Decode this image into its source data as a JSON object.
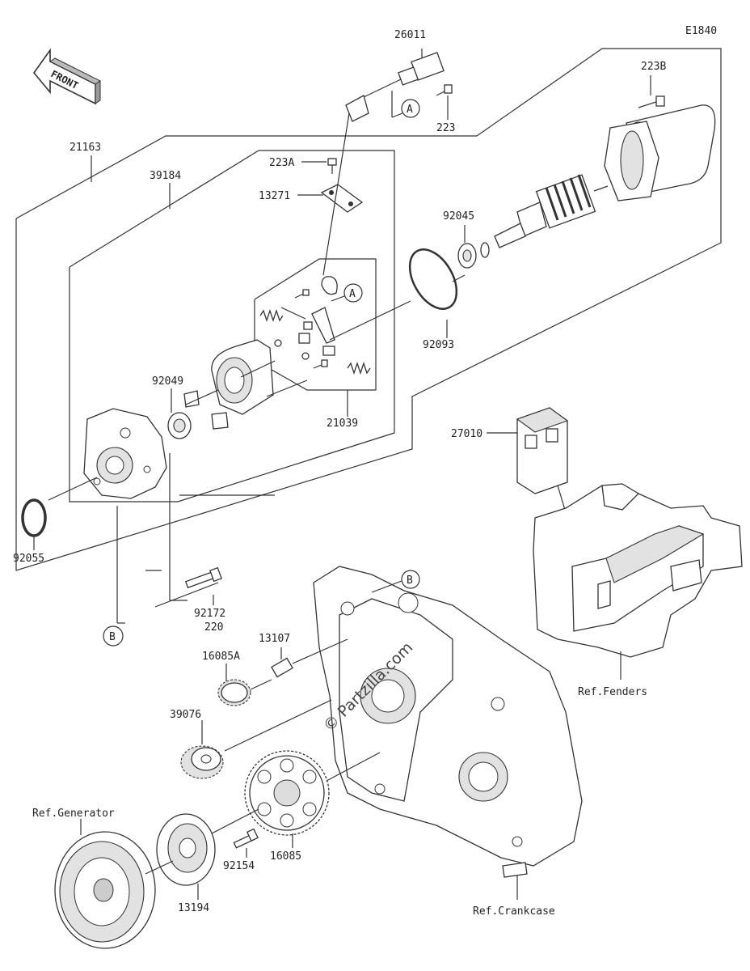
{
  "diagram_code": "E1840",
  "front_label": "FRONT",
  "watermark": "© Partzilla.com",
  "parts": {
    "p26011": "26011",
    "p223": "223",
    "p223B": "223B",
    "p223A": "223A",
    "p21163": "21163",
    "p39184": "39184",
    "p13271": "13271",
    "p92045": "92045",
    "p92093": "92093",
    "p92049": "92049",
    "p21039": "21039",
    "p27010": "27010",
    "p92055": "92055",
    "p92172": "92172",
    "p220": "220",
    "p13107": "13107",
    "p16085A": "16085A",
    "p39076": "39076",
    "p16085": "16085",
    "p92154": "92154",
    "p13194": "13194"
  },
  "refs": {
    "fenders": "Ref.Fenders",
    "generator": "Ref.Generator",
    "crankcase": "Ref.Crankcase"
  },
  "markers": {
    "a": "A",
    "b": "B"
  }
}
